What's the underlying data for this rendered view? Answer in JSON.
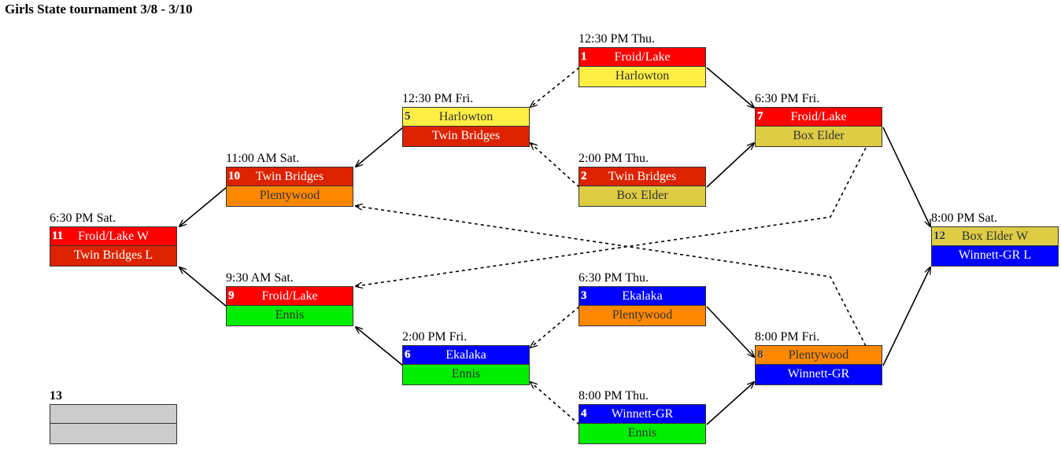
{
  "title": "Girls State tournament 3/8 - 3/10",
  "colors": {
    "froid_lake": "#ff0000",
    "harlowton": "#ffee44",
    "twin_bridges": "#dd2200",
    "box_elder": "#ddcc44",
    "ekalaka": "#0000ff",
    "plentywood": "#ff8800",
    "winnett_gr": "#0000ff",
    "ennis": "#00ee00",
    "empty": "#cccccc"
  },
  "games": [
    {
      "num": "1",
      "time": "12:30 PM Thu.",
      "top": "Froid/Lake",
      "bottom": "Harlowton"
    },
    {
      "num": "2",
      "time": "2:00 PM Thu.",
      "top": "Twin Bridges",
      "bottom": "Box Elder"
    },
    {
      "num": "3",
      "time": "6:30 PM Thu.",
      "top": "Ekalaka",
      "bottom": "Plentywood"
    },
    {
      "num": "4",
      "time": "8:00 PM Thu.",
      "top": "Winnett-GR",
      "bottom": "Ennis"
    },
    {
      "num": "5",
      "time": "12:30 PM Fri.",
      "top": "Harlowton",
      "bottom": "Twin Bridges"
    },
    {
      "num": "6",
      "time": "2:00 PM Fri.",
      "top": "Ekalaka",
      "bottom": "Ennis"
    },
    {
      "num": "7",
      "time": "6:30 PM Fri.",
      "top": "Froid/Lake",
      "bottom": "Box Elder"
    },
    {
      "num": "8",
      "time": "8:00 PM Fri.",
      "top": "Plentywood",
      "bottom": "Winnett-GR"
    },
    {
      "num": "9",
      "time": "9:30 AM Sat.",
      "top": "Froid/Lake",
      "bottom": "Ennis"
    },
    {
      "num": "10",
      "time": "11:00 AM Sat.",
      "top": "Twin Bridges",
      "bottom": "Plentywood"
    },
    {
      "num": "11",
      "time": "6:30 PM Sat.",
      "top": "Froid/Lake W",
      "bottom": "Twin Bridges L"
    },
    {
      "num": "12",
      "time": "8:00 PM Sat.",
      "top": "Box Elder W",
      "bottom": "Winnett-GR L"
    },
    {
      "num": "13",
      "time": "",
      "top": "",
      "bottom": ""
    }
  ]
}
